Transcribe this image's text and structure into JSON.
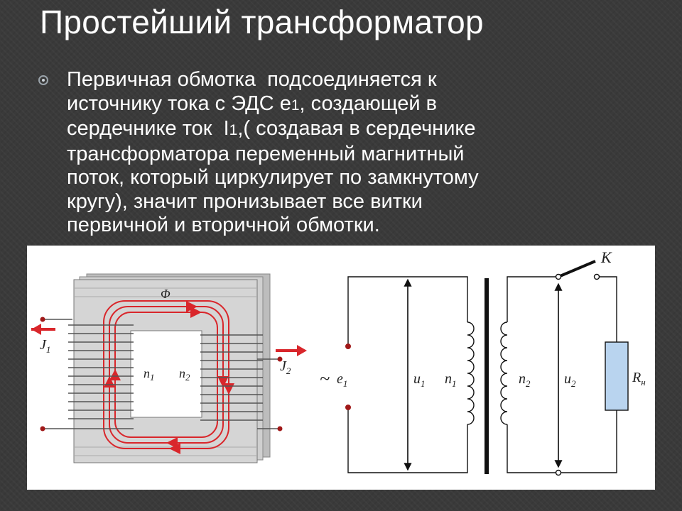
{
  "slide": {
    "title": "Простейший трансформатор",
    "paragraph": {
      "lines": [
        {
          "text": "Первичная обмотка  подсоединяется к"
        },
        {
          "pre": "источнику тока с ЭДС е",
          "sub": "1",
          "post": ", создающей в"
        },
        {
          "pre": "сердечнике ток  I",
          "sub": "1",
          "post": ",( создавая в сердечнике"
        },
        {
          "text": "трансформатора переменный магнитный"
        },
        {
          "text": "поток, который циркулирует по замкнутому"
        },
        {
          "text": "кругу), значит пронизывает все витки"
        },
        {
          "text": "первичной и вторичной обмотки."
        }
      ]
    }
  },
  "diagram": {
    "core": {
      "flux_label": "Φ",
      "primary_turns": {
        "main": "n",
        "sub": "1"
      },
      "secondary_turns": {
        "main": "n",
        "sub": "2"
      },
      "primary_current": {
        "main": "J",
        "sub": "1"
      },
      "secondary_current": {
        "main": "J",
        "sub": "2"
      }
    },
    "circuit": {
      "source_symbol": "~",
      "emf": {
        "main": "e",
        "sub": "1"
      },
      "voltage_1": {
        "main": "u",
        "sub": "1"
      },
      "primary_coil": {
        "main": "n",
        "sub": "1"
      },
      "secondary_coil": {
        "main": "n",
        "sub": "2"
      },
      "voltage_2": {
        "main": "u",
        "sub": "2"
      },
      "switch": "K",
      "load": {
        "main": "R",
        "sub": "н"
      }
    },
    "colors": {
      "flux": "#d9262b",
      "core": "#d5d5d5",
      "load": "#b9d4ef"
    }
  }
}
